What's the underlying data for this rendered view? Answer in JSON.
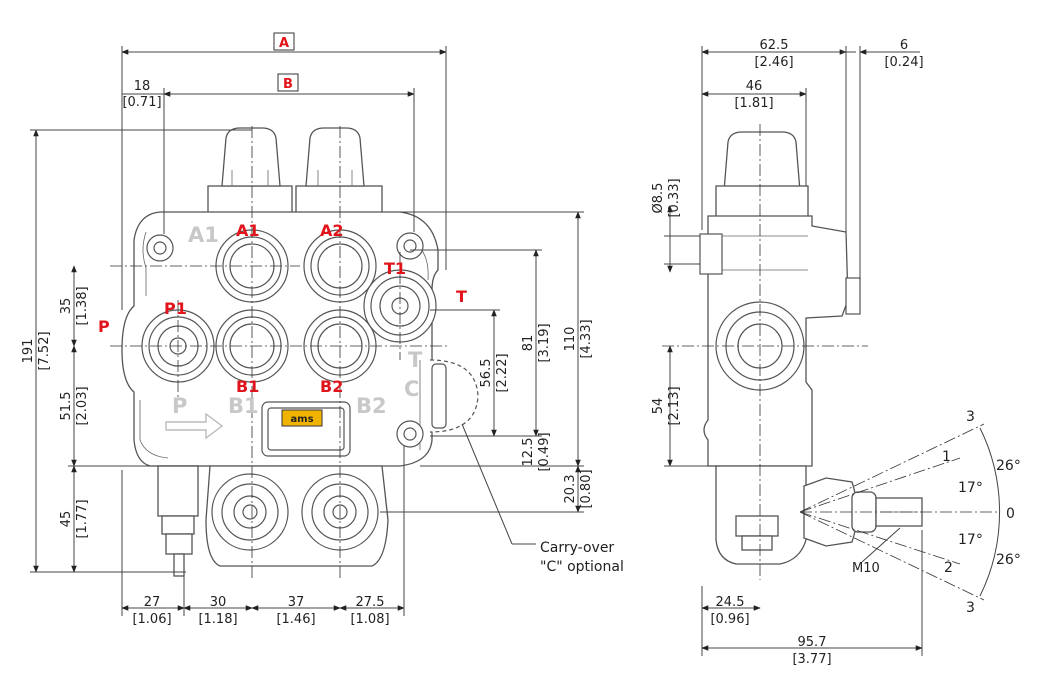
{
  "ports": {
    "A1": "A1",
    "A2": "A2",
    "T1": "T1",
    "T": "T",
    "P": "P",
    "P1": "P1",
    "B1": "B1",
    "B2": "B2"
  },
  "engraved": {
    "A1": "A1",
    "P": "P",
    "B1": "B1",
    "B2": "B2",
    "T": "T",
    "C": "C"
  },
  "boxes": {
    "A": "A",
    "B": "B"
  },
  "dims_front": {
    "d18": "18",
    "d18_in": "[0.71]",
    "d191": "191",
    "d191_in": "[7.52]",
    "d35": "35",
    "d35_in": "[1.38]",
    "d51_5": "51.5",
    "d51_5_in": "[2.03]",
    "d45": "45",
    "d45_in": "[1.77]",
    "d56_5": "56.5",
    "d56_5_in": "[2.22]",
    "d81": "81",
    "d81_in": "[3.19]",
    "d110": "110",
    "d110_in": "[4.33]",
    "d12_5": "12.5",
    "d12_5_in": "[0.49]",
    "d20_3": "20.3",
    "d20_3_in": "[0.80]",
    "d27": "27",
    "d27_in": "[1.06]",
    "d30": "30",
    "d30_in": "[1.18]",
    "d37": "37",
    "d37_in": "[1.46]",
    "d27_5": "27.5",
    "d27_5_in": "[1.08]"
  },
  "dims_side": {
    "d62_5": "62.5",
    "d62_5_in": "[2.46]",
    "d6": "6",
    "d6_in": "[0.24]",
    "d46": "46",
    "d46_in": "[1.81]",
    "dia8_5": "Ø8.5",
    "dia8_5_in": "[0.33]",
    "d54": "54",
    "d54_in": "[2.13]",
    "d24_5": "24.5",
    "d24_5_in": "[0.96]",
    "d95_7": "95.7",
    "d95_7_in": "[3.77]",
    "thread": "M10"
  },
  "lever": {
    "pos_3_top": "3",
    "pos_1": "1",
    "pos_0": "0",
    "pos_2": "2",
    "pos_3_bot": "3",
    "ang_26_top": "26°",
    "ang_17_top": "17°",
    "ang_17_bot": "17°",
    "ang_26_bot": "26°"
  },
  "note": {
    "line1": "Carry-over",
    "line2": "\"C\" optional"
  },
  "logo_text": "ams"
}
